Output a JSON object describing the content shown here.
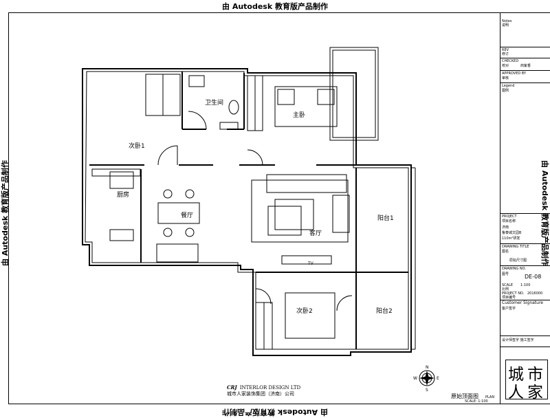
{
  "stamp": "由 Autodesk 教育版产品制作",
  "rooms": {
    "bedroom2_left": "次卧1",
    "bathroom": "卫生间",
    "master": "主卧",
    "kitchen": "厨房",
    "dining": "餐厅",
    "living": "客厅",
    "balcony1": "阳台1",
    "bedroom2": "次卧2",
    "balcony2": "阳台2",
    "tv": "TV"
  },
  "title_block": {
    "notes": "Notes",
    "notes_cn": "说明",
    "rev": "REV",
    "rev_cn": "修订",
    "checked": "CHECKED",
    "checked_cn": "校对",
    "checked_name": "商紫香",
    "approved": "APPROVED BY",
    "approved_cn": "审核",
    "legend": "Legend",
    "legend_cn": "图例",
    "project": "PROJECT",
    "project_cn": "项目名称",
    "project_l1": "济南",
    "project_l2": "鲁泰城文园B",
    "project_l3": "110m²研发",
    "drawing_title": "DRAWING TITLE",
    "drawing_title_cn": "图名",
    "drawing_title_val": "原始尺寸图",
    "drawing_no": "DRAWING NO.",
    "drawing_no_cn": "图号",
    "drawing_no_val": "DE-08",
    "scale_label": "SCALE",
    "scale_cn": "比例",
    "scale_val": "1:100",
    "project_no": "PROJECT NO.",
    "project_no_cn": "项目编号",
    "project_no_val": "2016000",
    "customer": "Customer Signature",
    "customer_cn": "客户签字",
    "sign_line": "设计师签字    施工签字"
  },
  "logo": {
    "c1": "城",
    "c2": "市",
    "c3": "人",
    "c4": "家"
  },
  "company": {
    "line1": "INTERLOR DESIGN LTD",
    "line2": "城市人家装饰集团（济南）公司",
    "mark": "CRJ"
  },
  "plan": {
    "title": "原始顶面图",
    "sub": "PLAN",
    "scale": "SCALE: 1:100"
  },
  "north": {
    "n": "N",
    "s": "S",
    "e": "E",
    "w": "W"
  }
}
